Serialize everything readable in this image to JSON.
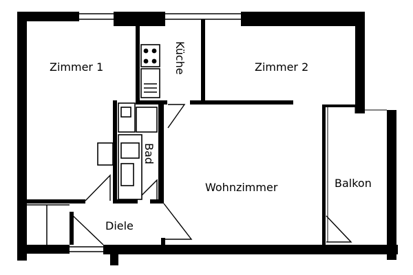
{
  "plan": {
    "rooms": {
      "zimmer1": "Zimmer 1",
      "zimmer2": "Zimmer 2",
      "kueche": "Küche",
      "bad": "Bad",
      "wohnzimmer": "Wohnzimmer",
      "balkon": "Balkon",
      "diele": "Diele"
    },
    "colors": {
      "wall": "#000000",
      "background": "#ffffff"
    }
  }
}
